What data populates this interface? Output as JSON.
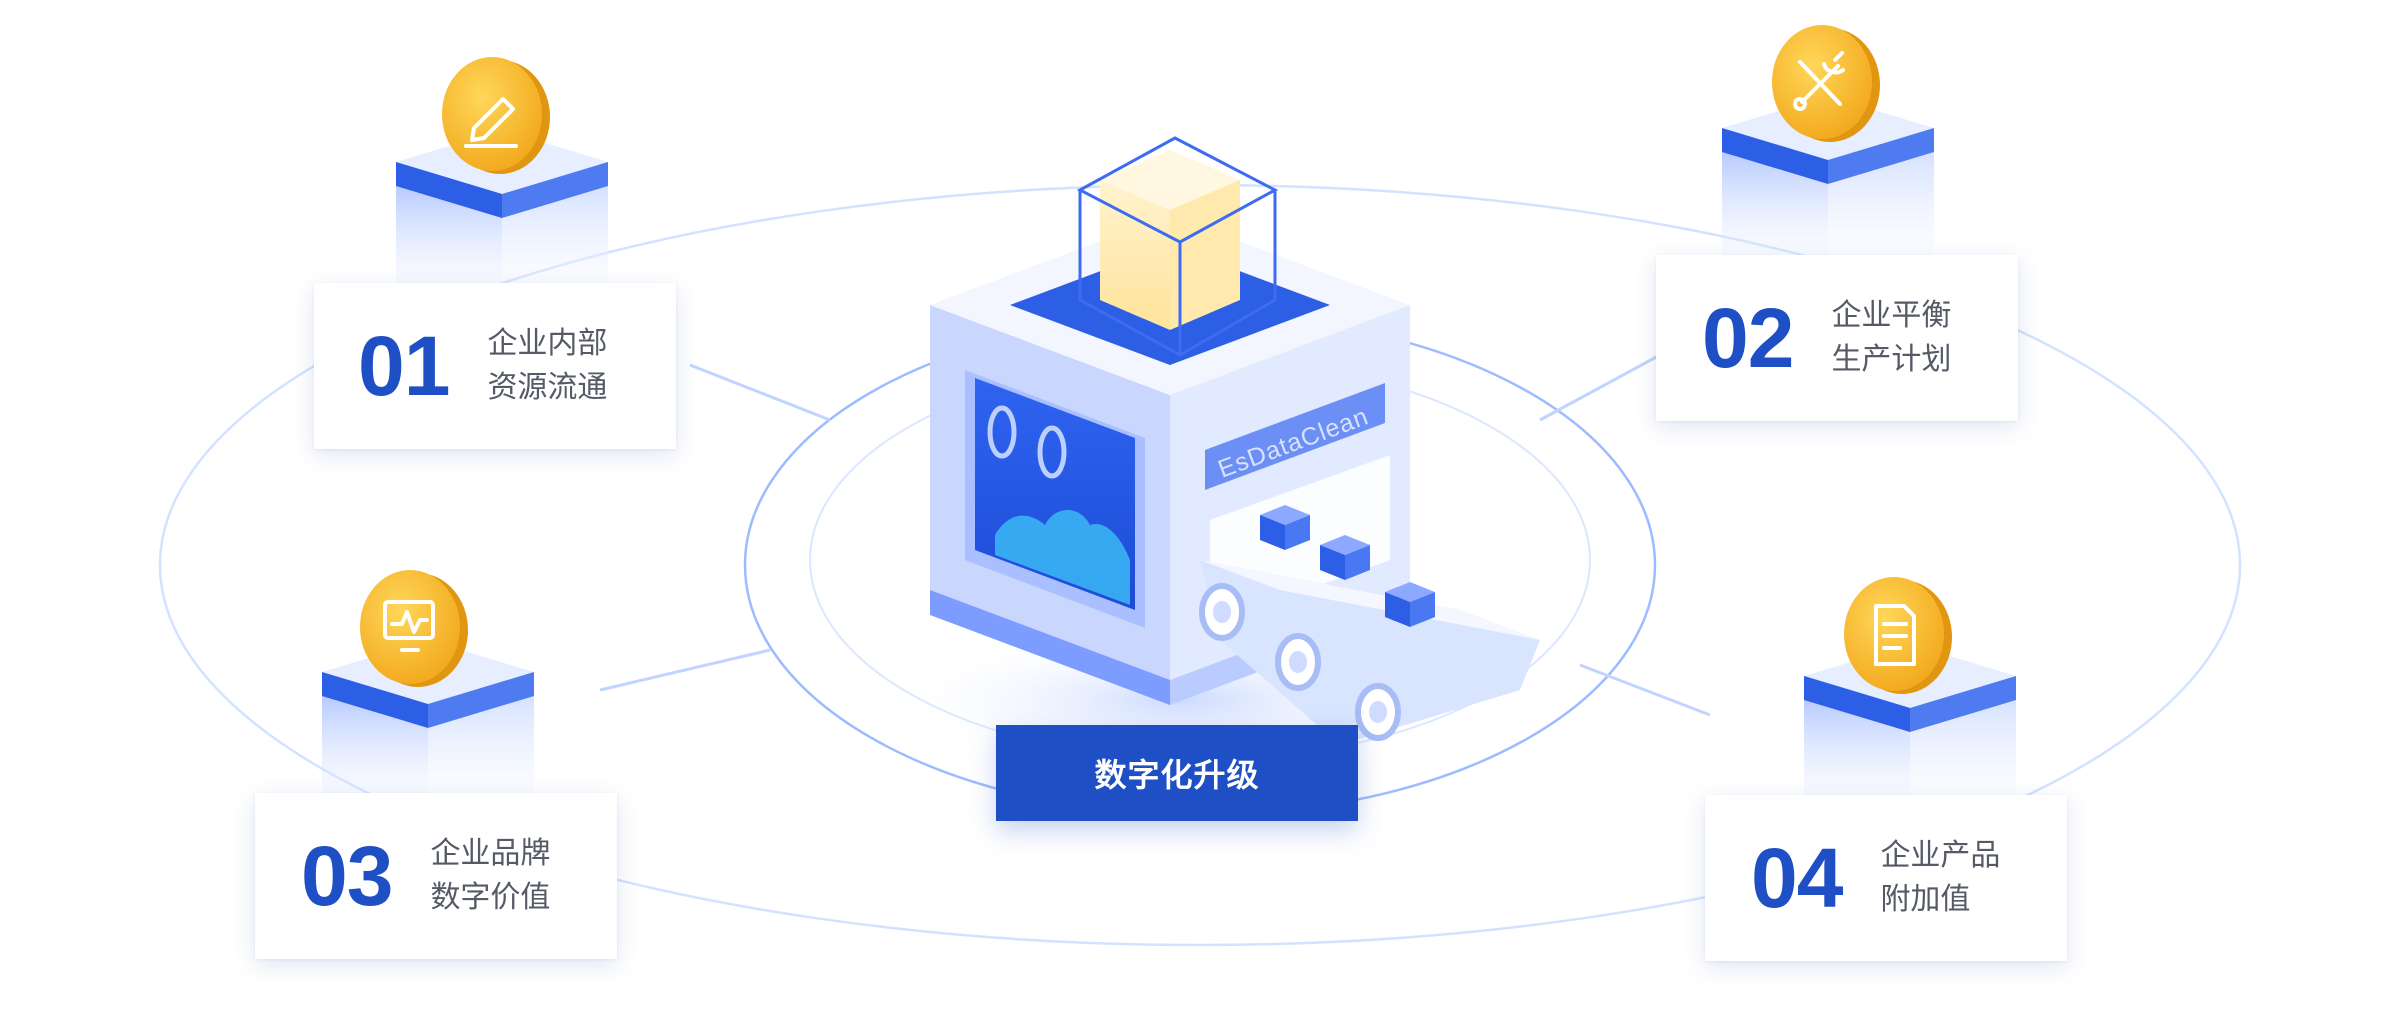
{
  "center": {
    "label": "数字化升级",
    "machine_text": "EsDataClean"
  },
  "items": [
    {
      "num": "01",
      "line1": "企业内部",
      "line2": "资源流通",
      "icon": "pencil-icon"
    },
    {
      "num": "02",
      "line1": "企业平衡",
      "line2": "生产计划",
      "icon": "tools-icon"
    },
    {
      "num": "03",
      "line1": "企业品牌",
      "line2": "数字价值",
      "icon": "monitor-chart-icon"
    },
    {
      "num": "04",
      "line1": "企业产品",
      "line2": "附加值",
      "icon": "document-icon"
    }
  ],
  "colors": {
    "accent": "#1f4fc4",
    "coin": "#f7bd2a",
    "block_top": "#2d5ee6",
    "block_light": "#dfe8ff",
    "ring": "#cfe0ff"
  }
}
